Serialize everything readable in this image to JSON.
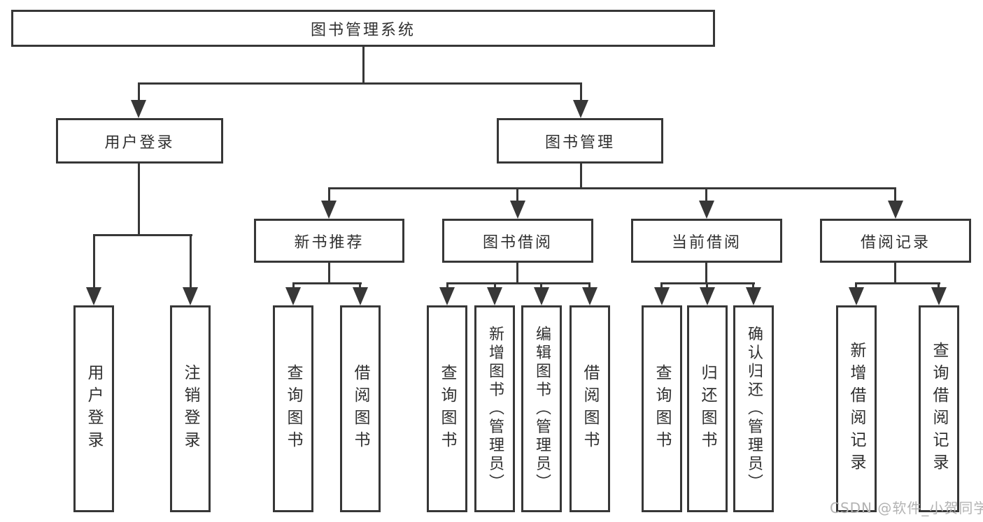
{
  "diagram": {
    "root": "图书管理系统",
    "level2": {
      "user_login": "用户登录",
      "book_mgmt": "图书管理"
    },
    "level3": {
      "new_book_rec": "新书推荐",
      "book_borrow": "图书借阅",
      "current_borrow": "当前借阅",
      "borrow_records": "借阅记录"
    },
    "leaves": {
      "user_login": "用户登录",
      "logout": "注销登录",
      "nbr_query_books": "查询图书",
      "nbr_borrow_books": "借阅图书",
      "bb_query_books": "查询图书",
      "bb_add_books_admin": "新增图书（管理员）",
      "bb_edit_books_admin": "编辑图书（管理员）",
      "bb_borrow_books": "借阅图书",
      "cb_query_books": "查询图书",
      "cb_return_books": "归还图书",
      "cb_confirm_return_admin": "确认归还（管理员）",
      "br_add_record": "新增借阅记录",
      "br_query_record": "查询借阅记录"
    }
  },
  "watermark": "CSDN @软件_小贺同学"
}
